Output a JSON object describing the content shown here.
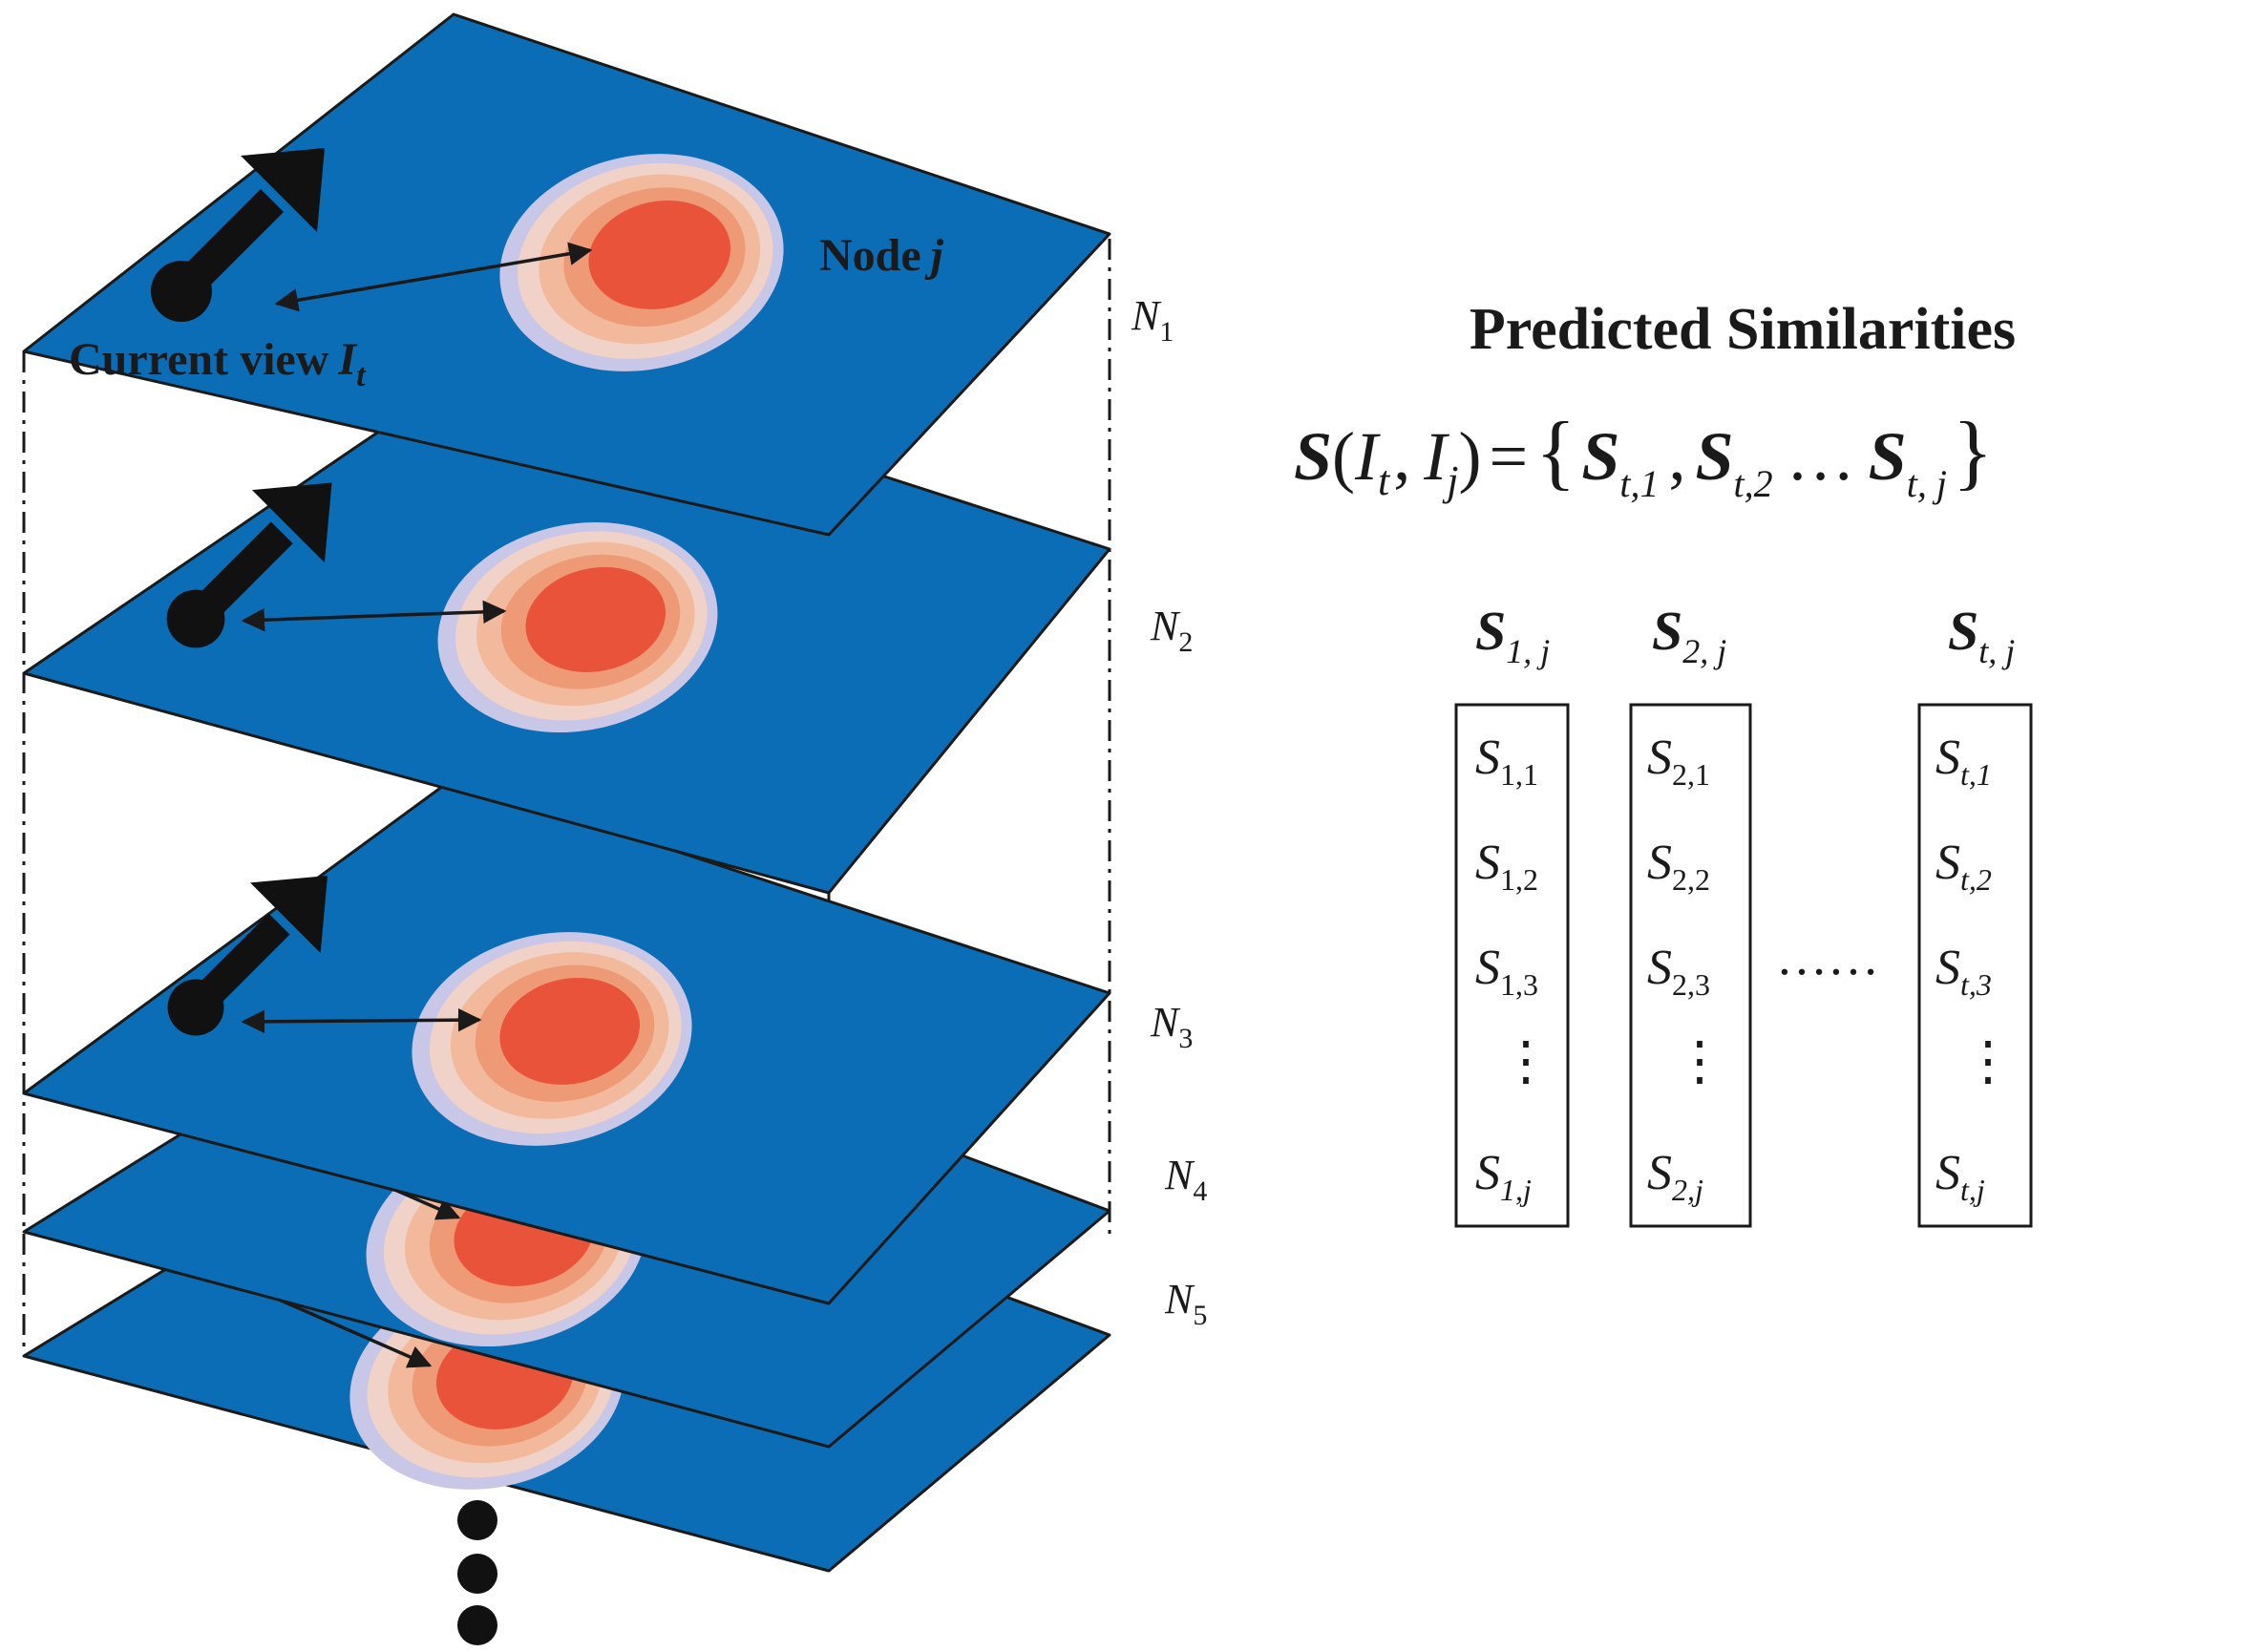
{
  "colors": {
    "plane_fill": "#0A6DB5",
    "plane_stroke": "#1a1a1a",
    "blob_outer": "#C9C7E8",
    "blob_ring1": "#F0D2C8",
    "blob_ring2": "#F2B99C",
    "blob_ring3": "#EE9A76",
    "blob_core": "#E8533A",
    "agent": "#111111",
    "text": "#1a1a1a"
  },
  "icons": {
    "agent": "agent-arrow-icon",
    "ellipsis": "vertical-ellipsis-icon"
  },
  "labels": {
    "node": "Node",
    "node_var": "j",
    "current_view": "Current view",
    "current_view_var": "I",
    "current_view_sub": "t"
  },
  "layers": [
    {
      "label": "N",
      "sub": "1"
    },
    {
      "label": "N",
      "sub": "2"
    },
    {
      "label": "N",
      "sub": "3"
    },
    {
      "label": "N",
      "sub": "4"
    },
    {
      "label": "N",
      "sub": "5"
    }
  ],
  "similarities": {
    "title": "Predicted Similarities",
    "formula": {
      "lhs_symbol": "S",
      "open_paren": "(",
      "arg1": "I",
      "arg1_sub": "t",
      "comma": ",",
      "arg2": "I",
      "arg2_sub": "j",
      "close_paren": ")",
      "equals": "=",
      "lbrace": "{",
      "rbrace": "}",
      "terms": [
        {
          "symbol": "S",
          "sub": "t,1"
        },
        {
          "symbol": "S",
          "sub": "t,2"
        },
        {
          "symbol": "S",
          "sub": "t, j"
        }
      ],
      "term_sep": ",",
      "dots": "…"
    },
    "columns": [
      {
        "header": "S",
        "header_sub": "1, j",
        "cells": [
          {
            "symbol": "S",
            "sub": "1,1"
          },
          {
            "symbol": "S",
            "sub": "1,2"
          },
          {
            "symbol": "S",
            "sub": "1,3"
          },
          {
            "symbol": "⋮",
            "sub": ""
          },
          {
            "symbol": "S",
            "sub": "1,j"
          }
        ]
      },
      {
        "header": "S",
        "header_sub": "2, j",
        "cells": [
          {
            "symbol": "S",
            "sub": "2,1"
          },
          {
            "symbol": "S",
            "sub": "2,2"
          },
          {
            "symbol": "S",
            "sub": "2,3"
          },
          {
            "symbol": "⋮",
            "sub": ""
          },
          {
            "symbol": "S",
            "sub": "2,j"
          }
        ]
      },
      {
        "header": "S",
        "header_sub": "t, j",
        "cells": [
          {
            "symbol": "S",
            "sub": "t,1"
          },
          {
            "symbol": "S",
            "sub": "t,2"
          },
          {
            "symbol": "S",
            "sub": "t,3"
          },
          {
            "symbol": "⋮",
            "sub": ""
          },
          {
            "symbol": "S",
            "sub": "t,j"
          }
        ]
      }
    ],
    "between_dots": "……"
  }
}
